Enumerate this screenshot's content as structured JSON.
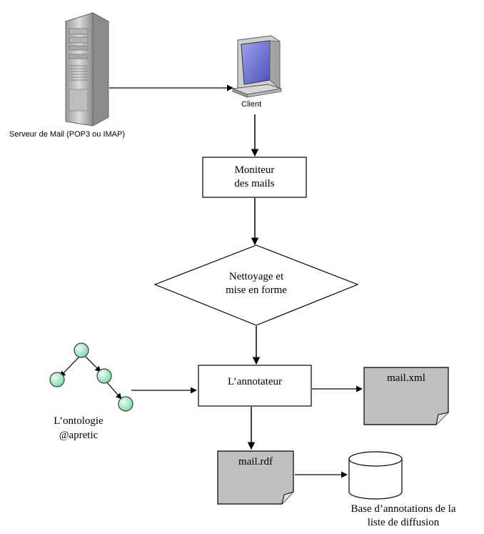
{
  "nodes": {
    "server": {
      "label": "Serveur de Mail (POP3 ou IMAP)",
      "icon": "server-tower-icon"
    },
    "client": {
      "label": "Client",
      "icon": "desktop-computer-icon"
    },
    "monitor": {
      "label_line1": "Moniteur",
      "label_line2": "des mails",
      "shape": "rectangle"
    },
    "cleanup": {
      "label_line1": "Nettoyage et",
      "label_line2": "mise en forme",
      "shape": "diamond"
    },
    "annotator": {
      "label": "L’annotateur",
      "shape": "rectangle"
    },
    "ontology": {
      "label_line1": "L’ontologie",
      "label_line2": "@apretic",
      "icon": "ontology-tree-icon"
    },
    "mail_xml": {
      "label": "mail.xml",
      "shape": "document"
    },
    "mail_rdf": {
      "label": "mail.rdf",
      "shape": "document"
    },
    "database": {
      "label_line1": "Base d’annotations de la",
      "label_line2": "liste de diffusion",
      "shape": "cylinder"
    }
  },
  "edges": [
    {
      "from": "server",
      "to": "client"
    },
    {
      "from": "client",
      "to": "monitor"
    },
    {
      "from": "monitor",
      "to": "cleanup"
    },
    {
      "from": "cleanup",
      "to": "annotator"
    },
    {
      "from": "ontology",
      "to": "annotator"
    },
    {
      "from": "annotator",
      "to": "mail_xml"
    },
    {
      "from": "annotator",
      "to": "mail_rdf"
    },
    {
      "from": "mail_rdf",
      "to": "database"
    }
  ],
  "colors": {
    "line": "#000000",
    "document_fill": "#c0c0c0",
    "node_fill": "#ffffff",
    "ontology_node": "#a8ecc8",
    "server_body": "#c9c9c9",
    "monitor_screen": "#6f74d6"
  }
}
